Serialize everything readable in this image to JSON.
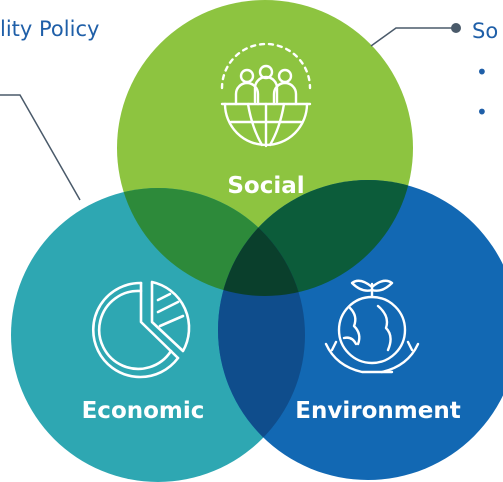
{
  "callouts": {
    "top_left_text": "lity Policy",
    "top_right_title": "So",
    "top_right_bullets": [
      "•",
      "•"
    ]
  },
  "circles": [
    {
      "id": "social",
      "label": "Social",
      "icon": "community-globe-icon",
      "color": "#8dc440"
    },
    {
      "id": "economic",
      "label": "Economic",
      "icon": "pie-chart-icon",
      "color": "#2ea7b2"
    },
    {
      "id": "environment",
      "label": "Environment",
      "icon": "earth-in-hands-icon",
      "color": "#1268b3"
    }
  ],
  "overlap_colors": {
    "social_economic": "#2d8a3a",
    "social_environment": "#0c5c3a",
    "economic_environment": "#0f4d8c",
    "center": "#0a3f2c"
  },
  "callout_color": "#1f5fa8"
}
